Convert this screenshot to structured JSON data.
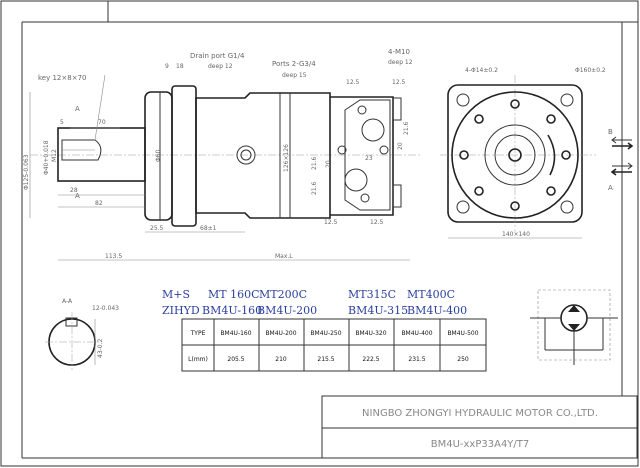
{
  "side_view": {
    "key_label": "key 12×8×70",
    "drain_port": "Drain port G1/4",
    "drain_deep": "deep 12",
    "ports": "Ports 2-G3/4",
    "ports_deep": "deep 15",
    "m10": "4-M10",
    "m10_deep": "deep 12",
    "dims": {
      "d9": "9",
      "d18": "18",
      "d5": "5",
      "d70": "70",
      "d28": "28",
      "d82": "82",
      "d25_5": "25.5",
      "d68": "68±1",
      "d113_5": "113.5",
      "maxl": "Max.L",
      "dia125": "Φ125-0.063",
      "dia40": "Φ40+0.018",
      "m12": "M12",
      "dia60": "Φ60",
      "d126": "126×126",
      "d21_6": "21.6",
      "d20": "20",
      "d23": "23",
      "d12_5": "12.5",
      "section_a": "A"
    }
  },
  "front_view": {
    "holes": "4-Φ14±0.2",
    "pcd": "Φ160±0.2",
    "size": "140×140",
    "port_b": "B",
    "port_a": "A"
  },
  "section": {
    "title": "A-A",
    "key_width": "12-0.043",
    "height": "43-0.2"
  },
  "cross_ref": {
    "row1": [
      "M+S",
      "MT 160C",
      "MT200C",
      "MT315C",
      "MT400C"
    ],
    "row2": [
      "ZIHYD",
      "BM4U-160",
      "BM4U-200",
      "BM4U-315",
      "BM4U-400"
    ]
  },
  "table": {
    "headers": [
      "TYPE",
      "BM4U-160",
      "BM4U-200",
      "BM4U-250",
      "BM4U-320",
      "BM4U-400",
      "BM4U-500"
    ],
    "row": [
      "L(mm)",
      "205.5",
      "210",
      "215.5",
      "222.5",
      "231.5",
      "250"
    ]
  },
  "title_block": {
    "company": "NINGBO ZHONGYI HYDRAULIC MOTOR CO.,LTD.",
    "model": "BM4U-xxP33A4Y/T7"
  },
  "colors": {
    "blue_text": "#2b3fa0"
  }
}
